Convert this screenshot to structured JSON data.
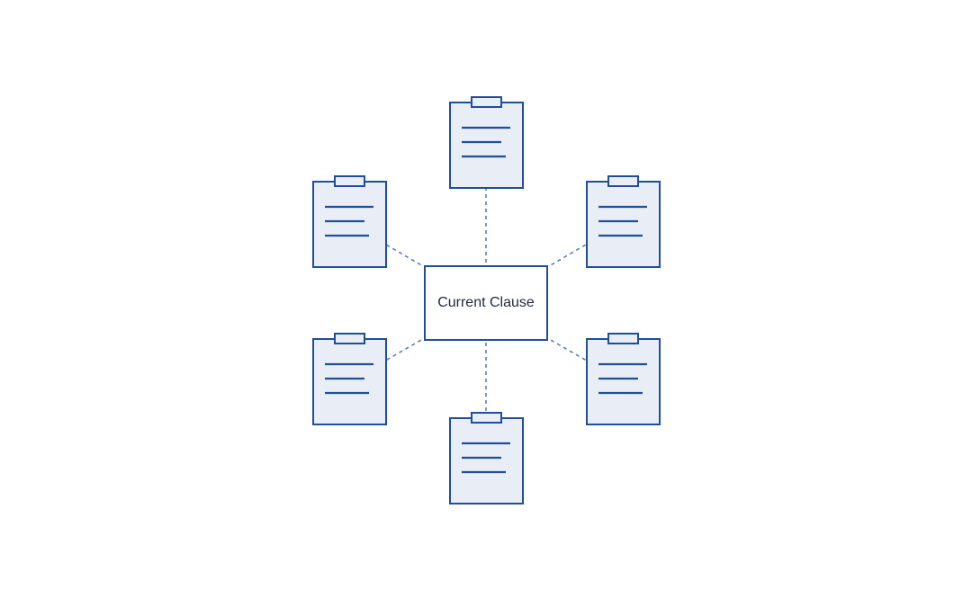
{
  "center_node": {
    "label": "Current Clause"
  },
  "related_nodes": [
    {
      "id": "top",
      "icon": "clipboard-icon"
    },
    {
      "id": "upper-left",
      "icon": "clipboard-icon"
    },
    {
      "id": "upper-right",
      "icon": "clipboard-icon"
    },
    {
      "id": "lower-left",
      "icon": "clipboard-icon"
    },
    {
      "id": "lower-right",
      "icon": "clipboard-icon"
    },
    {
      "id": "bottom",
      "icon": "clipboard-icon"
    }
  ],
  "colors": {
    "stroke": "#1f4e9a",
    "fill": "#e9eef6",
    "connector": "#5b7fb8",
    "text": "#1f2a3a"
  }
}
